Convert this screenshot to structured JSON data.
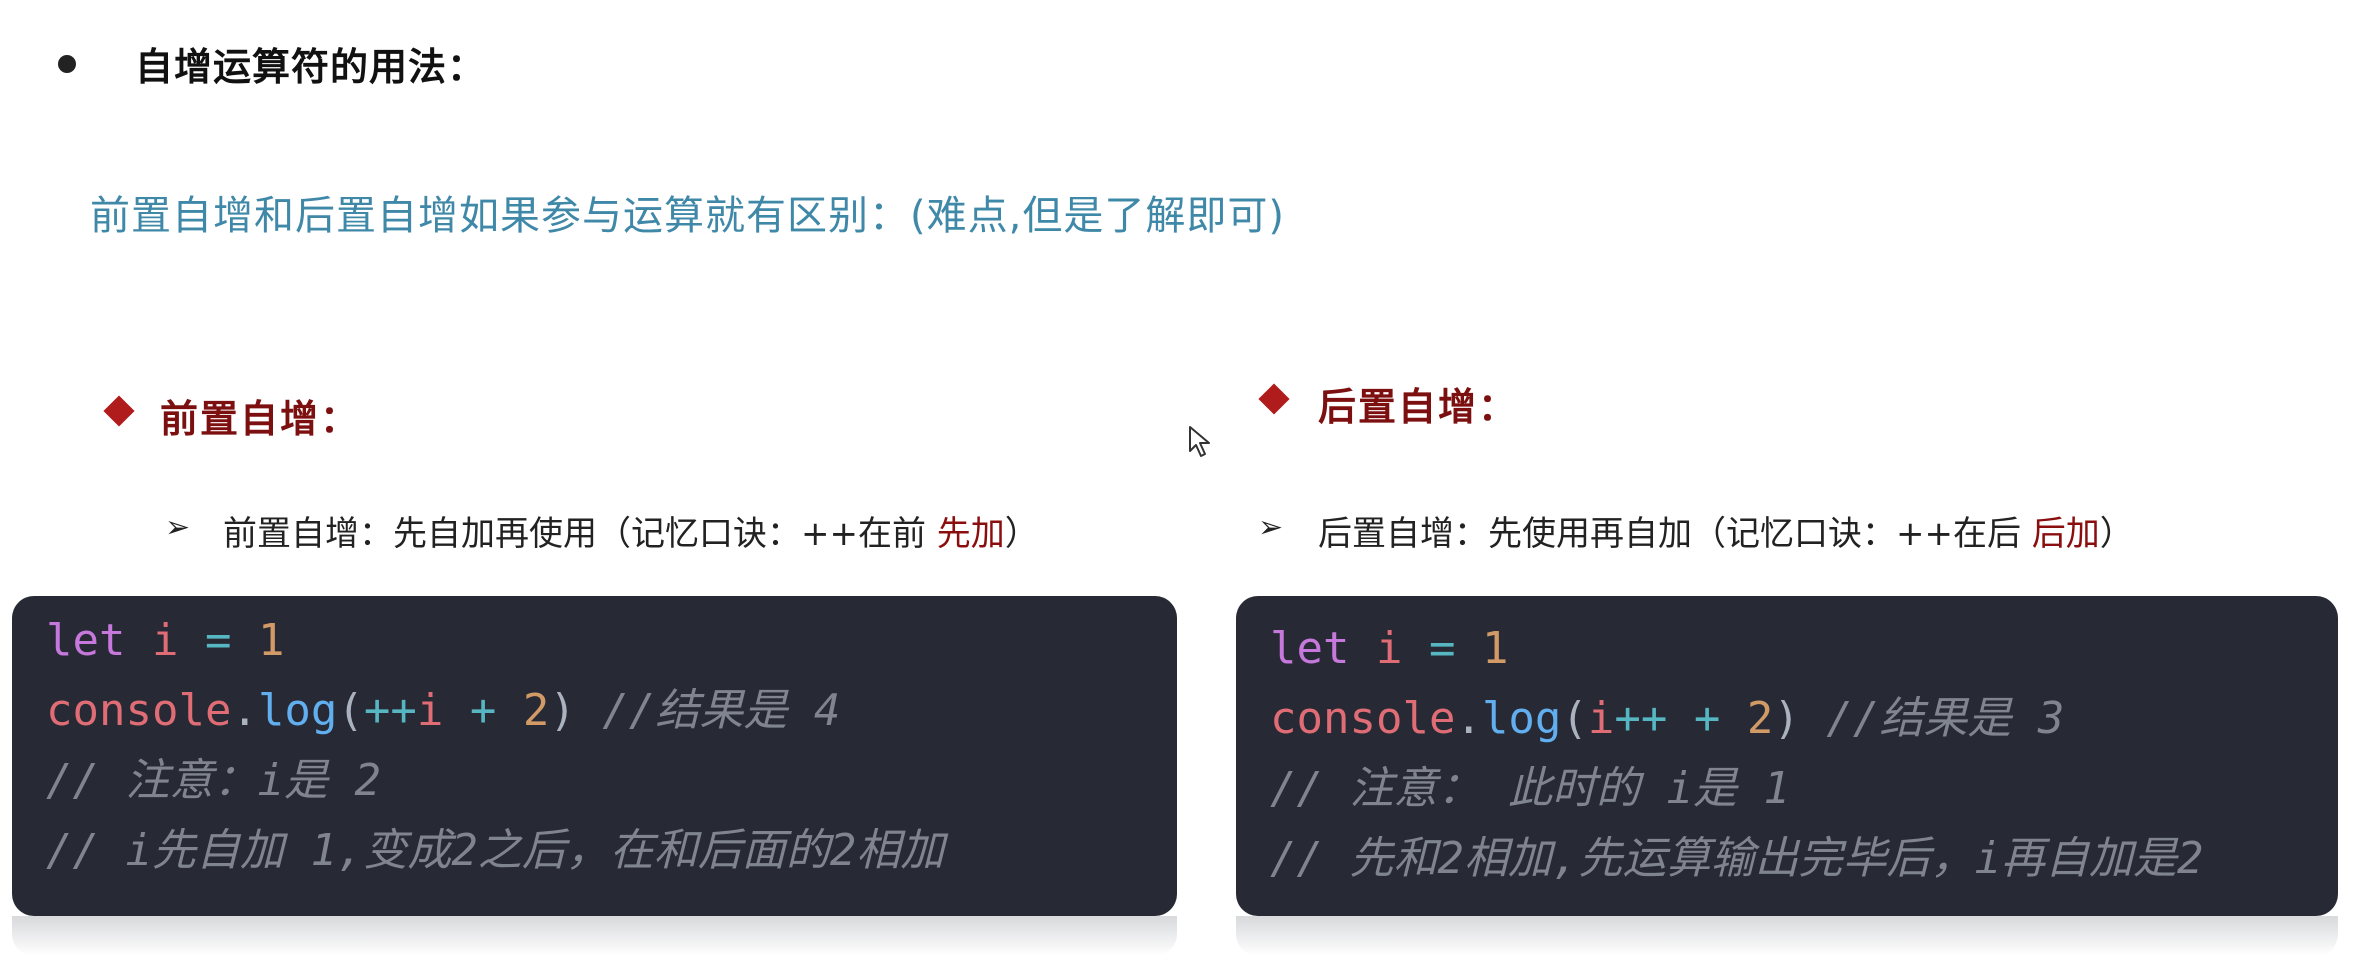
{
  "heading": "自增运算符的用法：",
  "subtitle": "前置自增和后置自增如果参与运算就有区别：(难点,但是了解即可)",
  "left": {
    "title": "前置自增：",
    "rule_prefix": "前置自增：先自加再使用（记忆口诀：++在前 ",
    "rule_highlight": "先加",
    "rule_suffix": "）",
    "code": {
      "l1_kw": "let",
      "l1_var": "i",
      "l1_op": "=",
      "l1_num": "1",
      "l2_obj": "console",
      "l2_dot": ".",
      "l2_fn": "log",
      "l2_open": "(",
      "l2_op": "++",
      "l2_var": "i",
      "l2_plus": "+",
      "l2_num": "2",
      "l2_close": ")",
      "l2_comment": "//结果是 4",
      "l3": "//  注意：i是 2",
      "l4": "//  i先自加 1,变成2之后，在和后面的2相加"
    }
  },
  "right": {
    "title": "后置自增：",
    "rule_prefix": "后置自增：先使用再自加（记忆口诀：++在后 ",
    "rule_highlight": "后加",
    "rule_suffix": "）",
    "code": {
      "l1_kw": "let",
      "l1_var": "i",
      "l1_op": "=",
      "l1_num": "1",
      "l2_obj": "console",
      "l2_dot": ".",
      "l2_fn": "log",
      "l2_open": "(",
      "l2_var": "i",
      "l2_op": "++",
      "l2_plus": "+",
      "l2_num": "2",
      "l2_close": ")",
      "l2_comment": "//结果是 3",
      "l3": "// 注意：  此时的 i是 1",
      "l4": "// 先和2相加,先运算输出完毕后，i再自加是2"
    }
  },
  "icons": {
    "bullet": "bullet-dot-icon",
    "section": "diamond-icon",
    "arrow": "arrow-bullet-icon",
    "cursor": "mouse-cursor-icon"
  }
}
